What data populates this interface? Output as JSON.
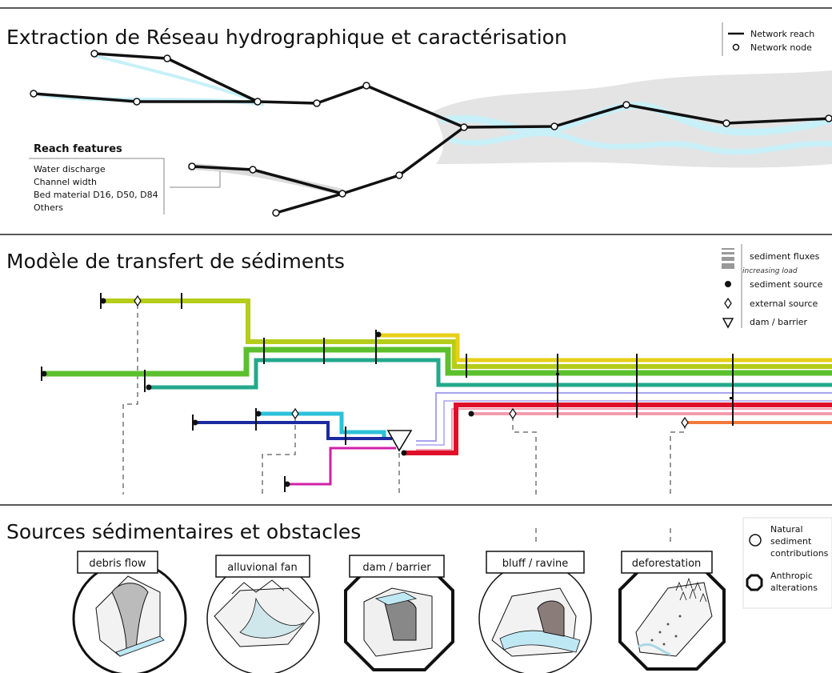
{
  "sections": {
    "network": {
      "title": "Extraction de Réseau hydrographique et caractérisation",
      "legend": {
        "reach": "Network reach",
        "node": "Network node"
      },
      "reach_features": {
        "title": "Reach features",
        "items": [
          "Water discharge",
          "Channel width",
          "Bed material D16, D50, D84",
          "Others"
        ]
      }
    },
    "transfer": {
      "title": "Modèle de transfert de sédiments",
      "legend": {
        "fluxes": "sediment fluxes",
        "fluxes_note": "increasing load",
        "source": "sediment source",
        "external": "external source",
        "dam": "dam / barrier"
      }
    },
    "sources": {
      "title": "Sources sédimentaires et obstacles",
      "items": [
        {
          "label": "debris flow",
          "type": "natural"
        },
        {
          "label": "alluvional fan",
          "type": "natural"
        },
        {
          "label": "dam / barrier",
          "type": "anthropic"
        },
        {
          "label": "bluff / ravine",
          "type": "natural"
        },
        {
          "label": "deforestation",
          "type": "anthropic"
        }
      ],
      "legend": {
        "natural": [
          "Natural",
          "sediment",
          "contributions"
        ],
        "anthropic": [
          "Anthropic",
          "alterations"
        ]
      }
    }
  },
  "colors": {
    "yellow_green": "#b5cc1a",
    "yellow": "#e6cf17",
    "green": "#5cc02e",
    "teal": "#23a98c",
    "cyan": "#2bc1d9",
    "navy": "#1c2aa0",
    "magenta": "#d120a8",
    "red": "#e0102a",
    "pink": "#f49cae",
    "lavender": "#a8a4ee",
    "orange": "#f07a3a"
  }
}
